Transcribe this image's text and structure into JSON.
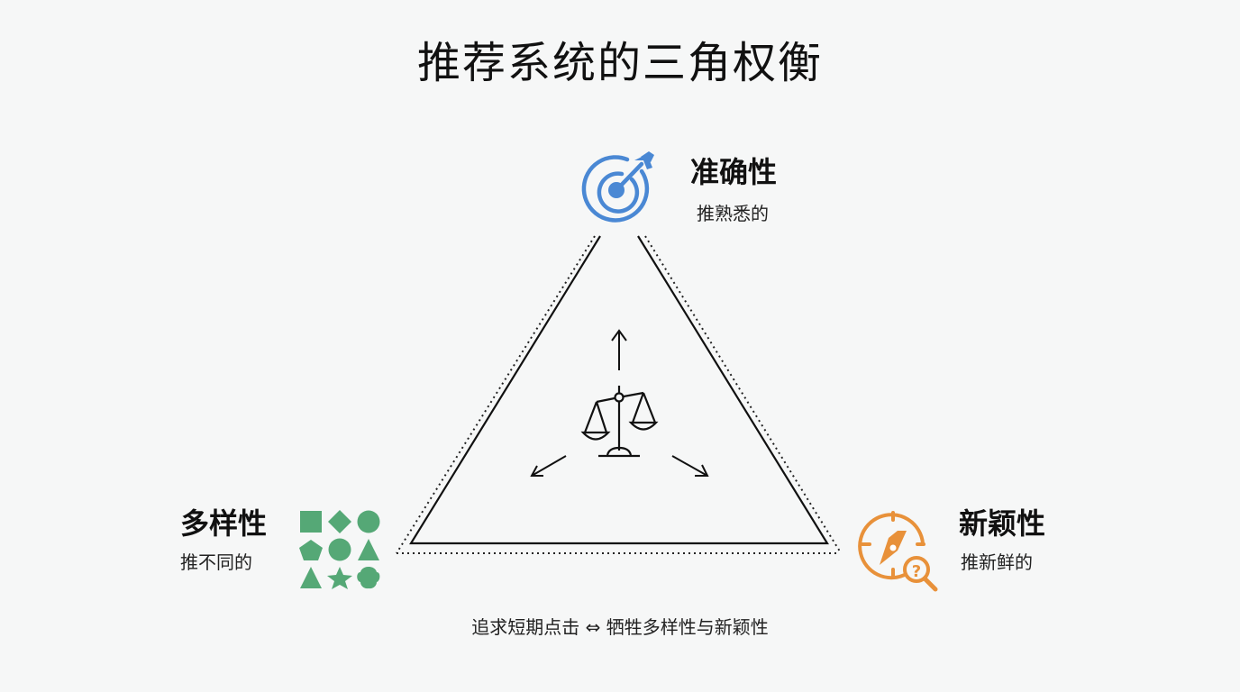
{
  "title": "推荐系统的三角权衡",
  "nodes": {
    "accuracy": {
      "label": "准确性",
      "sub": "推熟悉的",
      "icon": "target-icon",
      "color": "#4a88d4"
    },
    "diversity": {
      "label": "多样性",
      "sub": "推不同的",
      "icon": "shapes-grid-icon",
      "color": "#55a876"
    },
    "novelty": {
      "label": "新颖性",
      "sub": "推新鲜的",
      "icon": "compass-search-icon",
      "color": "#e8913a"
    }
  },
  "center": {
    "icon": "balance-scale-icon",
    "arrows": [
      "up",
      "down-left",
      "down-right"
    ]
  },
  "caption": "追求短期点击 ⇔  牺牲多样性与新颖性"
}
